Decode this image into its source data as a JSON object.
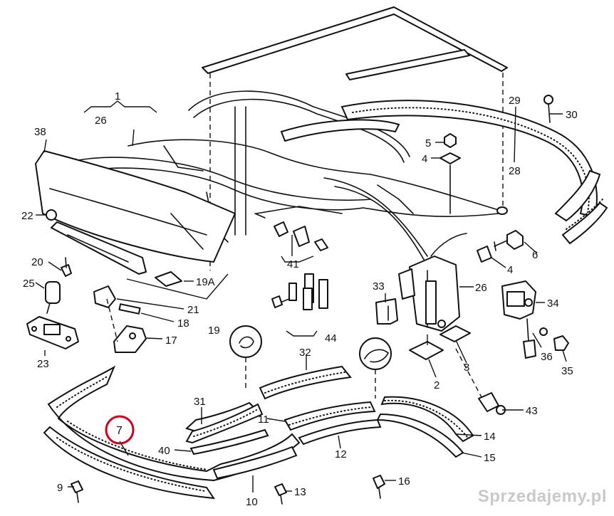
{
  "diagram": {
    "callouts": [
      {
        "id": "c1",
        "text": "1"
      },
      {
        "id": "c26a",
        "text": "26"
      },
      {
        "id": "c38",
        "text": "38"
      },
      {
        "id": "c22",
        "text": "22"
      },
      {
        "id": "c20",
        "text": "20"
      },
      {
        "id": "c25",
        "text": "25"
      },
      {
        "id": "c23",
        "text": "23"
      },
      {
        "id": "c19A",
        "text": "19A"
      },
      {
        "id": "c21",
        "text": "21"
      },
      {
        "id": "c18",
        "text": "18"
      },
      {
        "id": "c17",
        "text": "17"
      },
      {
        "id": "c19",
        "text": "19"
      },
      {
        "id": "c41",
        "text": "41"
      },
      {
        "id": "c44",
        "text": "44"
      },
      {
        "id": "c29",
        "text": "29"
      },
      {
        "id": "c28",
        "text": "28"
      },
      {
        "id": "c30",
        "text": "30"
      },
      {
        "id": "c5",
        "text": "5"
      },
      {
        "id": "c4a",
        "text": "4"
      },
      {
        "id": "c6",
        "text": "6"
      },
      {
        "id": "c4b",
        "text": "4"
      },
      {
        "id": "c33",
        "text": "33"
      },
      {
        "id": "c26b",
        "text": "26"
      },
      {
        "id": "c34",
        "text": "34"
      },
      {
        "id": "c36",
        "text": "36"
      },
      {
        "id": "c35",
        "text": "35"
      },
      {
        "id": "c3",
        "text": "3"
      },
      {
        "id": "c2",
        "text": "2"
      },
      {
        "id": "c43",
        "text": "43"
      },
      {
        "id": "c32",
        "text": "32"
      },
      {
        "id": "c31",
        "text": "31"
      },
      {
        "id": "c11",
        "text": "11"
      },
      {
        "id": "c12",
        "text": "12"
      },
      {
        "id": "c14",
        "text": "14"
      },
      {
        "id": "c15",
        "text": "15"
      },
      {
        "id": "c16",
        "text": "16"
      },
      {
        "id": "c40",
        "text": "40"
      },
      {
        "id": "c7",
        "text": "7"
      },
      {
        "id": "c9",
        "text": "9"
      },
      {
        "id": "c10",
        "text": "10"
      },
      {
        "id": "c13",
        "text": "13"
      }
    ],
    "highlight_color": "#d0021b"
  },
  "watermark": {
    "text": "Sprzedajemy.pl"
  }
}
